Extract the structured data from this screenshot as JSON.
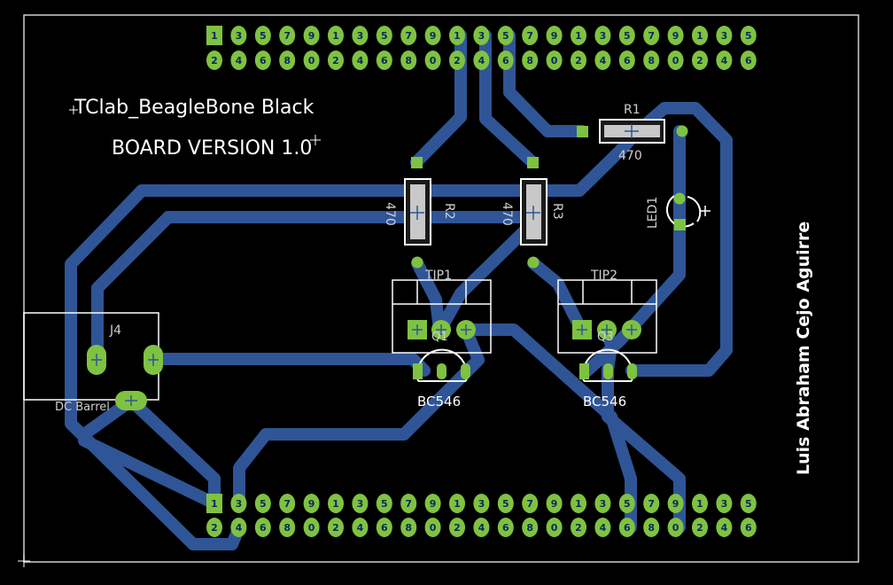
{
  "board": {
    "title": "TClab_BeagleBone Black",
    "version": "BOARD VERSION 1.0",
    "author": "Luis Abraham Cejo Aguirre"
  },
  "colors": {
    "background": "#000000",
    "trace": "#2f5597",
    "pad": "#7fc241",
    "silkscreen": "#ffffff",
    "outline": "#d0d0d0"
  },
  "header_top": {
    "row_top_labels": [
      "1",
      "3",
      "5",
      "7",
      "9",
      "1",
      "3",
      "5",
      "7",
      "9",
      "1",
      "3",
      "5",
      "7",
      "9",
      "1",
      "3",
      "5",
      "7",
      "9",
      "1",
      "3",
      "5"
    ],
    "row_bottom_labels": [
      "2",
      "4",
      "6",
      "8",
      "0",
      "2",
      "4",
      "6",
      "8",
      "0",
      "2",
      "4",
      "6",
      "8",
      "0",
      "2",
      "4",
      "6",
      "8",
      "0",
      "2",
      "4",
      "6"
    ]
  },
  "header_bottom": {
    "row_top_labels": [
      "1",
      "3",
      "5",
      "7",
      "9",
      "1",
      "3",
      "5",
      "7",
      "9",
      "1",
      "3",
      "5",
      "7",
      "9",
      "1",
      "3",
      "5",
      "7",
      "9",
      "1",
      "3",
      "5"
    ],
    "row_bottom_labels": [
      "2",
      "4",
      "6",
      "8",
      "0",
      "2",
      "4",
      "6",
      "8",
      "0",
      "2",
      "4",
      "6",
      "8",
      "0",
      "2",
      "4",
      "6",
      "8",
      "0",
      "2",
      "4",
      "6"
    ]
  },
  "components": {
    "r1": {
      "name": "R1",
      "value": "470"
    },
    "r2": {
      "name": "R2",
      "value": "470"
    },
    "r3": {
      "name": "R3",
      "value": "470"
    },
    "led1": {
      "name": "LED1"
    },
    "tip1": {
      "name": "TIP1"
    },
    "tip2": {
      "name": "TIP2"
    },
    "q1": {
      "name": "Q1",
      "value": "BC546"
    },
    "q2": {
      "name": "Q3",
      "value": "BC546"
    },
    "j4": {
      "name": "J4",
      "value": "DC Barrel"
    }
  }
}
